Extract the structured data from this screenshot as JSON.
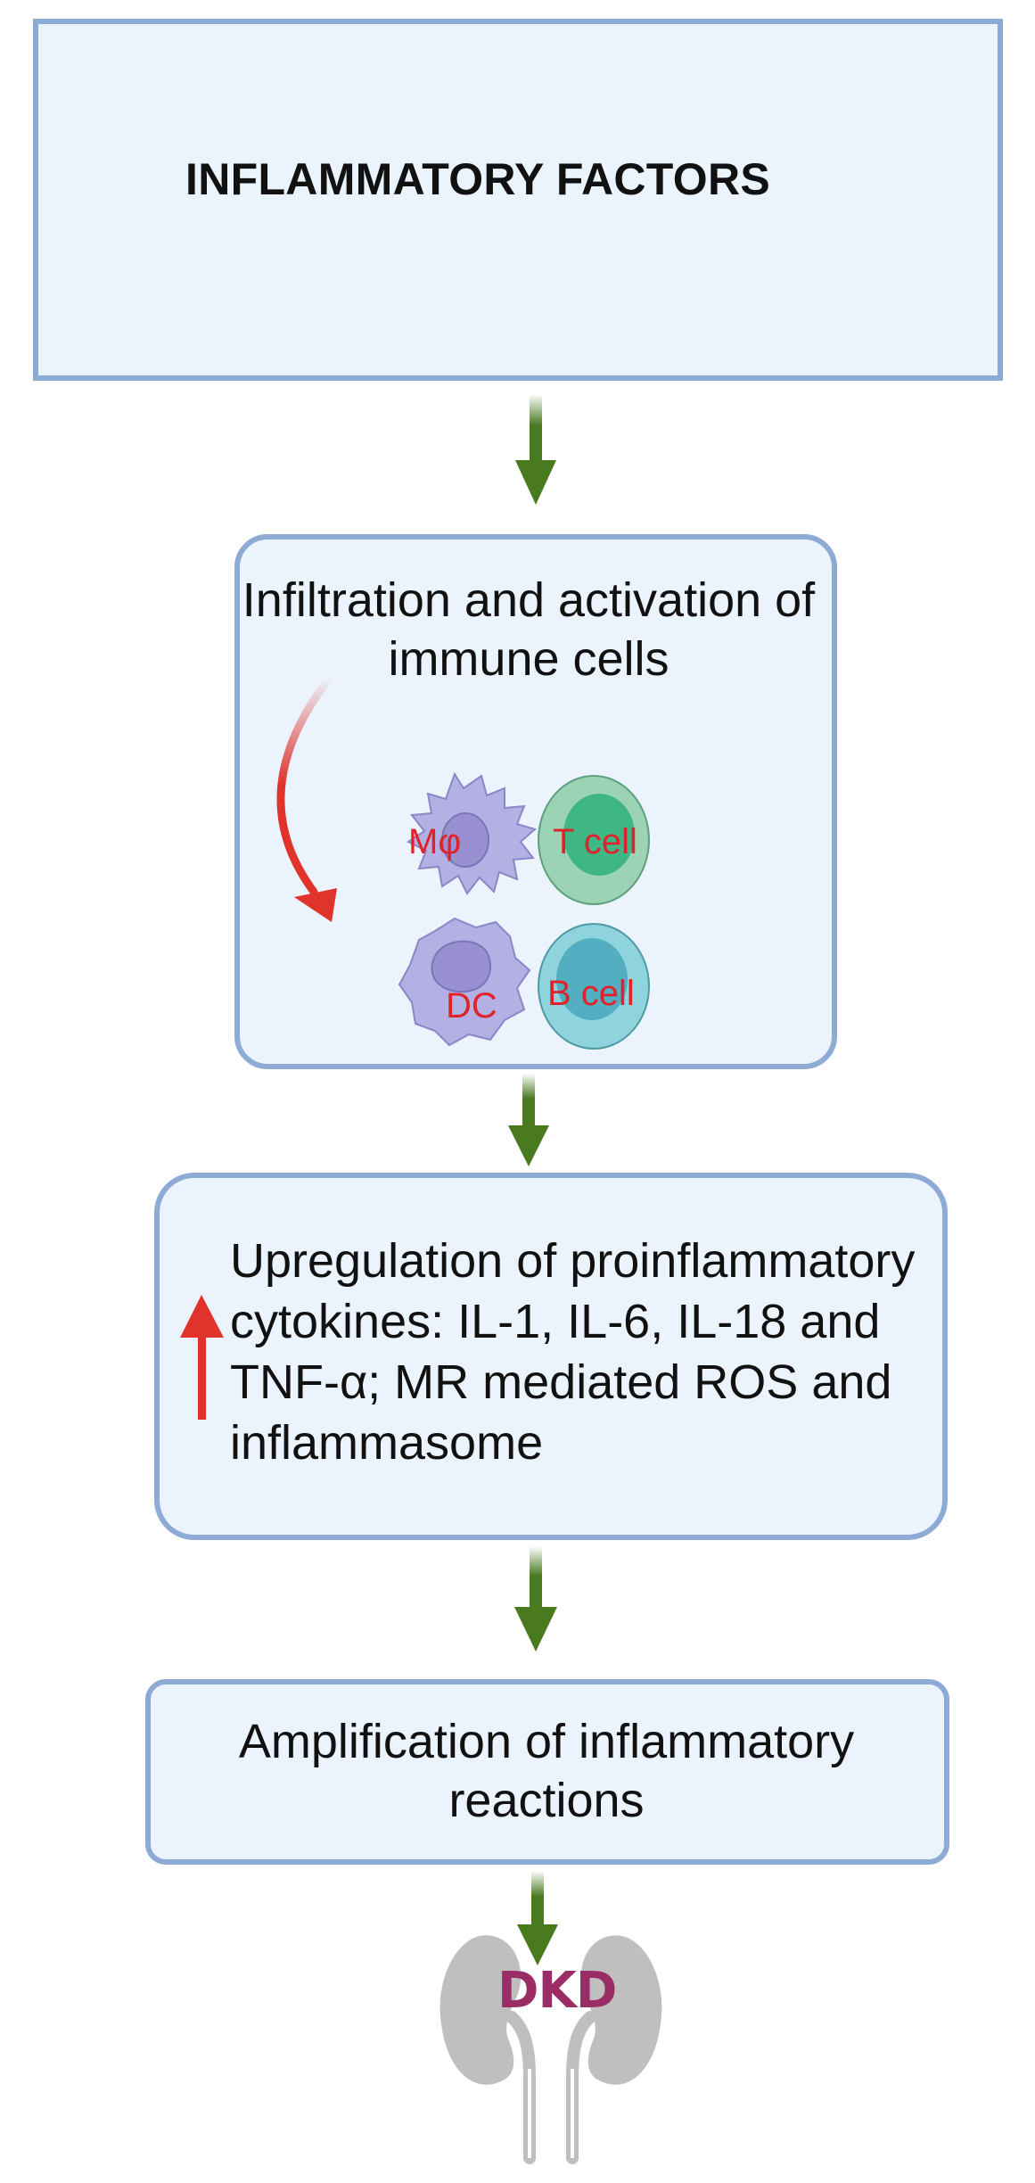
{
  "boxes": {
    "top": {
      "label": "INFLAMMATORY FACTORS"
    },
    "step1": {
      "label": "Infiltration and activation of immune cells"
    },
    "step2": {
      "label": "Upregulation of proinflammatory cytokines: IL-1, IL-6, IL-18 and TNF-α; MR mediated ROS and inflammasome"
    },
    "step3": {
      "label": "Amplification of inflammatory reactions"
    }
  },
  "cells": {
    "macrophage": "Mφ",
    "t_cell": "T cell",
    "dendritic": "DC",
    "b_cell": "B cell"
  },
  "outcome": {
    "label": "DKD"
  },
  "colors": {
    "box_fill": "#ebf3fd",
    "box_border": "#8eabd6",
    "flow_arrow": "#4a7a1e",
    "up_arrow": "#e0332b",
    "kidney": "#c0bebf",
    "outcome_text": "#9b2d66",
    "cell_label": "#e0232b"
  },
  "icons": [
    "down-arrow-icon",
    "up-arrow-icon",
    "curved-arrow-icon",
    "macrophage-icon",
    "t-cell-icon",
    "dendritic-cell-icon",
    "b-cell-icon",
    "kidney-icon"
  ]
}
